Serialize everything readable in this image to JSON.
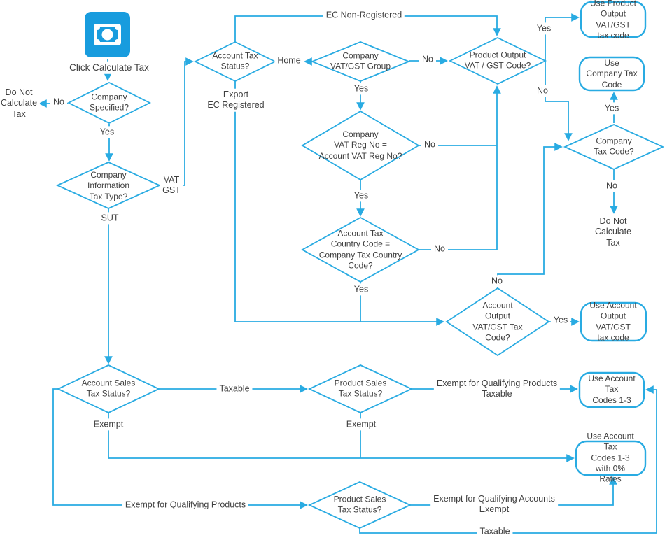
{
  "colors": {
    "line": "#29ABE2",
    "icon_blue": "#189CDE",
    "text": "#3f3f3f",
    "shape_fill": "#ffffff"
  },
  "nodes": {
    "start": {
      "icon": "money-icon",
      "label": "Click Calculate Tax"
    },
    "decisions": {
      "company_specified": "Company\nSpecified?",
      "company_information_tax_type": "Company\nInformation\nTax Type?",
      "account_tax_status": "Account Tax\nStatus?",
      "company_vat_gst_group": "Company\nVAT/GST Group",
      "company_vat_reg_no": "Company\nVAT Reg No =\nAccount VAT Reg No?",
      "account_tax_country_code": "Account Tax\nCountry Code =\nCompany Tax Country\nCode?",
      "product_output_vat_gst_code": "Product Output\nVAT / GST Code?",
      "account_output_vat_gst_tax_code": "Account\nOutput\nVAT/GST Tax\nCode?",
      "company_tax_code": "Company\nTax Code?",
      "account_sales_tax_status": "Account Sales\nTax Status?",
      "product_sales_tax_status_upper": "Product Sales\nTax Status?",
      "product_sales_tax_status_lower": "Product Sales\nTax Status?"
    },
    "terminals": {
      "use_product_output": "Use Product\nOutput VAT/GST\ntax code",
      "use_company_tax_code": "Use Company Tax\nCode",
      "use_account_output": "Use Account\nOutput VAT/GST\ntax code",
      "use_account_tax_codes": "Use Account Tax\nCodes 1-3",
      "use_account_tax_codes_zero": "Use Account Tax\nCodes 1-3 with 0%\nRates"
    },
    "ends": {
      "do_not_calculate_tax_left": "Do Not\nCalculate\nTax",
      "do_not_calculate_tax_right": "Do Not Calculate\nTax"
    }
  },
  "edge_labels": {
    "no_company_specified": "No",
    "yes_company_specified": "Yes",
    "vat_gst": "VAT\nGST",
    "sut": "SUT",
    "ec_non_registered": "EC Non-Registered",
    "export_ec_registered": "Export\nEC Registered",
    "home": "Home",
    "no_group": "No",
    "yes_group": "Yes",
    "no_vat_reg": "No",
    "yes_vat_reg": "Yes",
    "no_country": "No",
    "yes_country": "Yes",
    "yes_product_output": "Yes",
    "no_product_output": "No",
    "no_account_output": "No",
    "yes_account_output": "Yes",
    "yes_company_tax": "Yes",
    "no_company_tax": "No",
    "taxable_account_sales": "Taxable",
    "exempt_account_sales": "Exempt",
    "exempt_qualifying_products_taxable": "Exempt for Qualifying Products\nTaxable",
    "exempt_product_sales": "Exempt",
    "exempt_for_qualifying_products": "Exempt for Qualifying Products",
    "exempt_qualifying_accounts_exempt": "Exempt for Qualifying Accounts\nExempt",
    "taxable_product_sales": "Taxable"
  }
}
